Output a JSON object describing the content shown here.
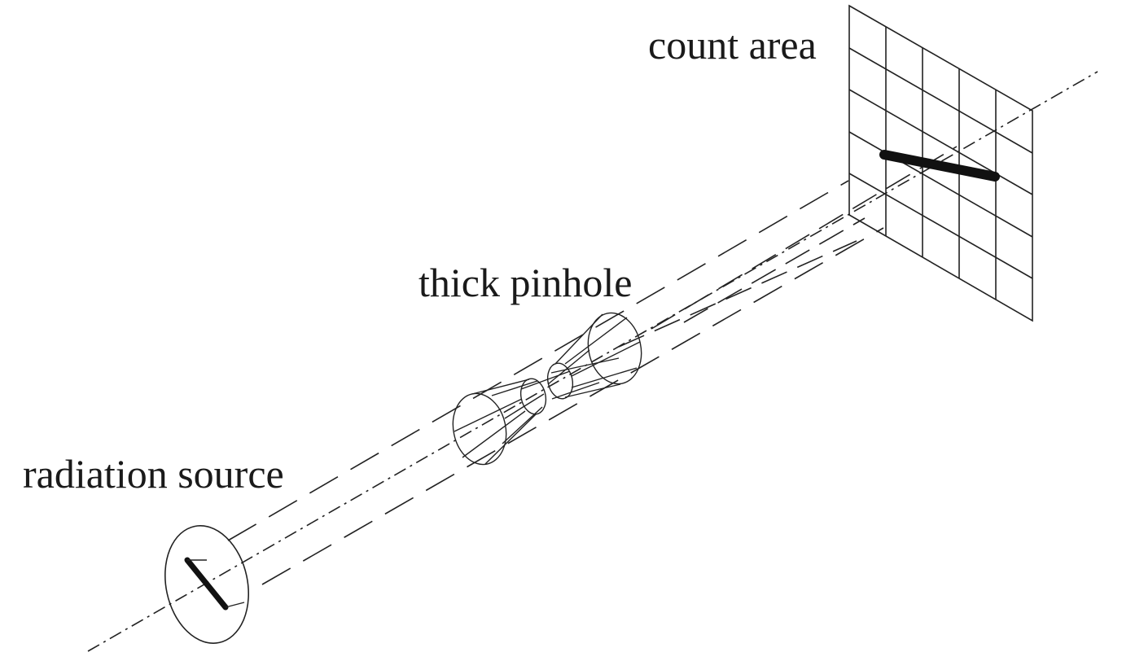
{
  "labels": {
    "count_area": "count area",
    "thick_pinhole": "thick pinhole",
    "radiation_source": "radiation source"
  },
  "colors": {
    "line": "#222222",
    "text": "#1a1a1a",
    "background": "#ffffff"
  }
}
